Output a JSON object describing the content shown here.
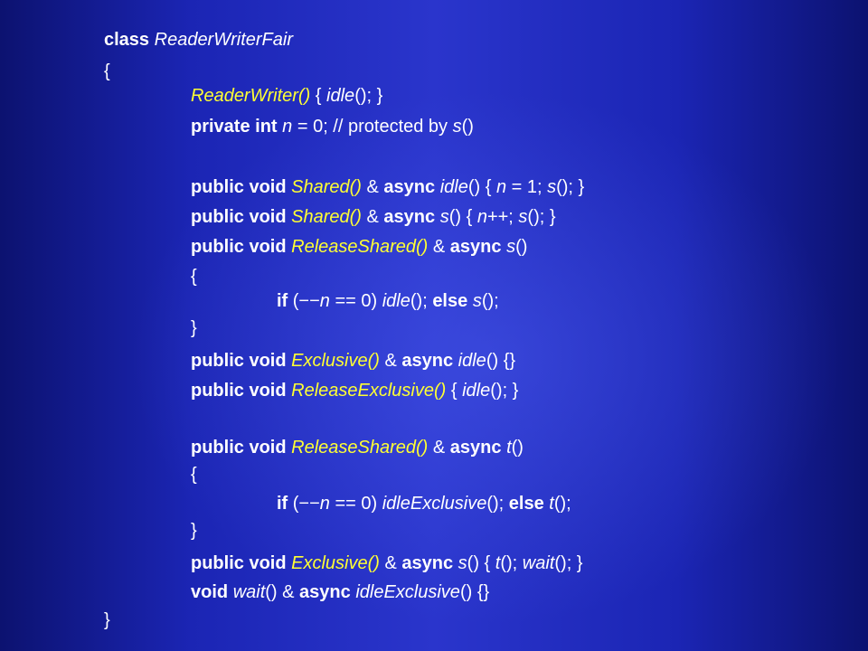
{
  "colors": {
    "background_center": "#2a35cc",
    "background_edge": "#0c1270",
    "text": "#ffffff",
    "highlight": "#ffff33"
  },
  "code": {
    "lines": [
      [
        {
          "t": "class",
          "s": "kw"
        },
        {
          "t": " "
        },
        {
          "t": "ReaderWriterFair",
          "s": "id"
        }
      ],
      [
        {
          "t": "{"
        }
      ],
      [
        {
          "t": "ReaderWriter()",
          "s": "ylw-i"
        },
        {
          "t": " { "
        },
        {
          "t": "idle",
          "s": "id"
        },
        {
          "t": "(); }"
        }
      ],
      [
        {
          "t": "private",
          "s": "kw"
        },
        {
          "t": " "
        },
        {
          "t": "int",
          "s": "kw"
        },
        {
          "t": " "
        },
        {
          "t": "n",
          "s": "id"
        },
        {
          "t": " = 0; // protected by "
        },
        {
          "t": "s",
          "s": "id"
        },
        {
          "t": "()"
        }
      ],
      [],
      [
        {
          "t": "public",
          "s": "kw"
        },
        {
          "t": " "
        },
        {
          "t": "void",
          "s": "kw"
        },
        {
          "t": " "
        },
        {
          "t": "Shared()",
          "s": "ylw-i"
        },
        {
          "t": " & "
        },
        {
          "t": "async",
          "s": "kw"
        },
        {
          "t": " "
        },
        {
          "t": "idle",
          "s": "id"
        },
        {
          "t": "() { "
        },
        {
          "t": "n",
          "s": "id"
        },
        {
          "t": " = 1; "
        },
        {
          "t": "s",
          "s": "id"
        },
        {
          "t": "(); }"
        }
      ],
      [
        {
          "t": "public",
          "s": "kw"
        },
        {
          "t": " "
        },
        {
          "t": "void",
          "s": "kw"
        },
        {
          "t": " "
        },
        {
          "t": "Shared()",
          "s": "ylw-i"
        },
        {
          "t": " & "
        },
        {
          "t": "async",
          "s": "kw"
        },
        {
          "t": " "
        },
        {
          "t": "s",
          "s": "id"
        },
        {
          "t": "() { "
        },
        {
          "t": "n",
          "s": "id"
        },
        {
          "t": "++; "
        },
        {
          "t": "s",
          "s": "id"
        },
        {
          "t": "(); }"
        }
      ],
      [
        {
          "t": "public",
          "s": "kw"
        },
        {
          "t": " "
        },
        {
          "t": "void",
          "s": "kw"
        },
        {
          "t": " "
        },
        {
          "t": "ReleaseShared()",
          "s": "ylw-i"
        },
        {
          "t": " & "
        },
        {
          "t": "async",
          "s": "kw"
        },
        {
          "t": " "
        },
        {
          "t": "s",
          "s": "id"
        },
        {
          "t": "()"
        }
      ],
      [
        {
          "t": "{"
        }
      ],
      [
        {
          "t": "if",
          "s": "kw"
        },
        {
          "t": " (−−"
        },
        {
          "t": "n",
          "s": "id"
        },
        {
          "t": " == 0) "
        },
        {
          "t": "idle",
          "s": "id"
        },
        {
          "t": "(); "
        },
        {
          "t": "else",
          "s": "kw"
        },
        {
          "t": " "
        },
        {
          "t": "s",
          "s": "id"
        },
        {
          "t": "();"
        }
      ],
      [
        {
          "t": "}"
        }
      ],
      [
        {
          "t": "public",
          "s": "kw"
        },
        {
          "t": " "
        },
        {
          "t": "void",
          "s": "kw"
        },
        {
          "t": " "
        },
        {
          "t": "Exclusive()",
          "s": "ylw-i"
        },
        {
          "t": " & "
        },
        {
          "t": "async",
          "s": "kw"
        },
        {
          "t": " "
        },
        {
          "t": "idle",
          "s": "id"
        },
        {
          "t": "() {}"
        }
      ],
      [
        {
          "t": "public",
          "s": "kw"
        },
        {
          "t": " "
        },
        {
          "t": "void",
          "s": "kw"
        },
        {
          "t": " "
        },
        {
          "t": "ReleaseExclusive()",
          "s": "ylw-i"
        },
        {
          "t": " { "
        },
        {
          "t": "idle",
          "s": "id"
        },
        {
          "t": "(); }"
        }
      ],
      [],
      [
        {
          "t": "public",
          "s": "kw"
        },
        {
          "t": " "
        },
        {
          "t": "void",
          "s": "kw"
        },
        {
          "t": " "
        },
        {
          "t": "ReleaseShared()",
          "s": "ylw-i"
        },
        {
          "t": " & "
        },
        {
          "t": "async",
          "s": "kw"
        },
        {
          "t": " "
        },
        {
          "t": "t",
          "s": "id"
        },
        {
          "t": "()"
        }
      ],
      [
        {
          "t": "{"
        }
      ],
      [
        {
          "t": "if",
          "s": "kw"
        },
        {
          "t": " (−−"
        },
        {
          "t": "n",
          "s": "id"
        },
        {
          "t": " == 0) "
        },
        {
          "t": "idleExclusive",
          "s": "id"
        },
        {
          "t": "(); "
        },
        {
          "t": "else",
          "s": "kw"
        },
        {
          "t": " "
        },
        {
          "t": "t",
          "s": "id"
        },
        {
          "t": "();"
        }
      ],
      [
        {
          "t": "}"
        }
      ],
      [
        {
          "t": "public",
          "s": "kw"
        },
        {
          "t": " "
        },
        {
          "t": "void",
          "s": "kw"
        },
        {
          "t": " "
        },
        {
          "t": "Exclusive()",
          "s": "ylw-i"
        },
        {
          "t": " & "
        },
        {
          "t": "async",
          "s": "kw"
        },
        {
          "t": " "
        },
        {
          "t": "s",
          "s": "id"
        },
        {
          "t": "() { "
        },
        {
          "t": "t",
          "s": "id"
        },
        {
          "t": "(); "
        },
        {
          "t": "wait",
          "s": "id"
        },
        {
          "t": "(); }"
        }
      ],
      [
        {
          "t": "void",
          "s": "kw"
        },
        {
          "t": " "
        },
        {
          "t": "wait",
          "s": "id"
        },
        {
          "t": "() & "
        },
        {
          "t": "async",
          "s": "kw"
        },
        {
          "t": " "
        },
        {
          "t": "idleExclusive",
          "s": "id"
        },
        {
          "t": "() {}"
        }
      ],
      [
        {
          "t": "}"
        }
      ]
    ]
  }
}
